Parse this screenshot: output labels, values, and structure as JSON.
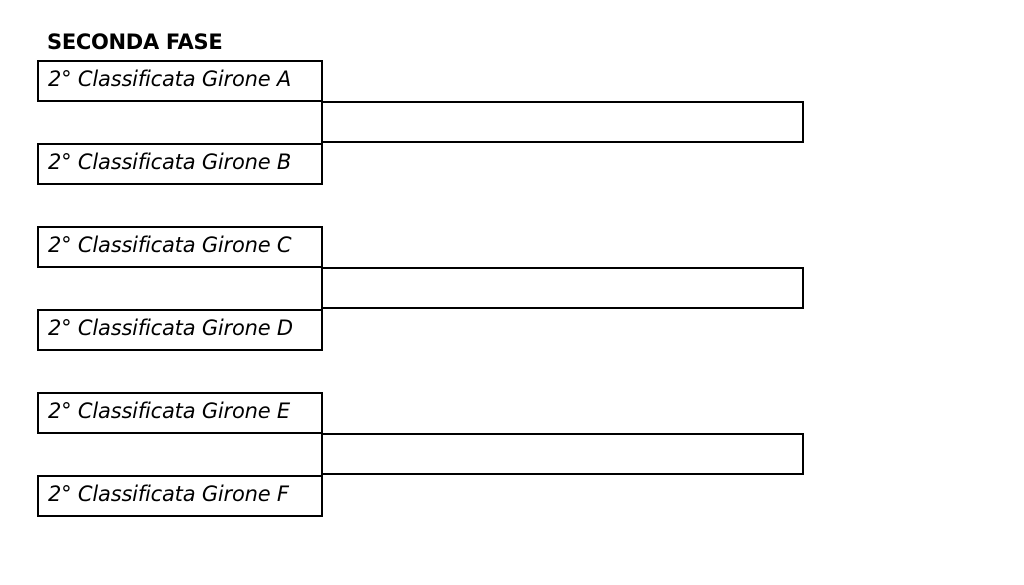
{
  "title": "SECONDA FASE",
  "matches": [
    {
      "team_top": "2° Classificata Girone A",
      "team_bottom": "2° Classificata Girone B",
      "winner": ""
    },
    {
      "team_top": "2° Classificata Girone C",
      "team_bottom": "2° Classificata Girone D",
      "winner": ""
    },
    {
      "team_top": "2° Classificata Girone E",
      "team_bottom": "2° Classificata Girone F",
      "winner": ""
    }
  ]
}
